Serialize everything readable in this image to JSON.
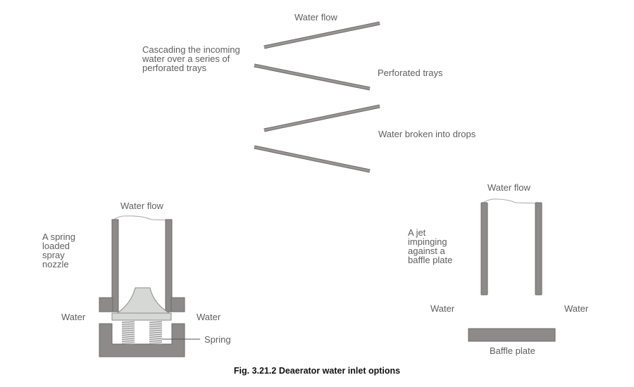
{
  "figure": {
    "caption": "Fig. 3.21.2 Deaerator water inlet options",
    "colors": {
      "metal": "#8f8a8a",
      "metal_edge": "#6e6a6a",
      "nozzle": "#d6d8d6",
      "nozzle_edge": "#8c8c8c",
      "text": "#5e5e5e"
    }
  },
  "trays": {
    "water_flow": "Water flow",
    "description": "Cascading the incoming\nwater over a series of\nperforated trays",
    "perforated_trays": "Perforated trays",
    "drops": "Water broken into drops"
  },
  "spray_nozzle": {
    "water_flow": "Water flow",
    "description": "A spring\nloaded\nspray\nnozzle",
    "water_left": "Water",
    "water_right": "Water",
    "spring": "Spring"
  },
  "baffle": {
    "water_flow": "Water flow",
    "description": "A jet\nimpinging\nagainst a\nbaffle plate",
    "water_left": "Water",
    "water_right": "Water",
    "baffle_plate": "Baffle plate"
  }
}
